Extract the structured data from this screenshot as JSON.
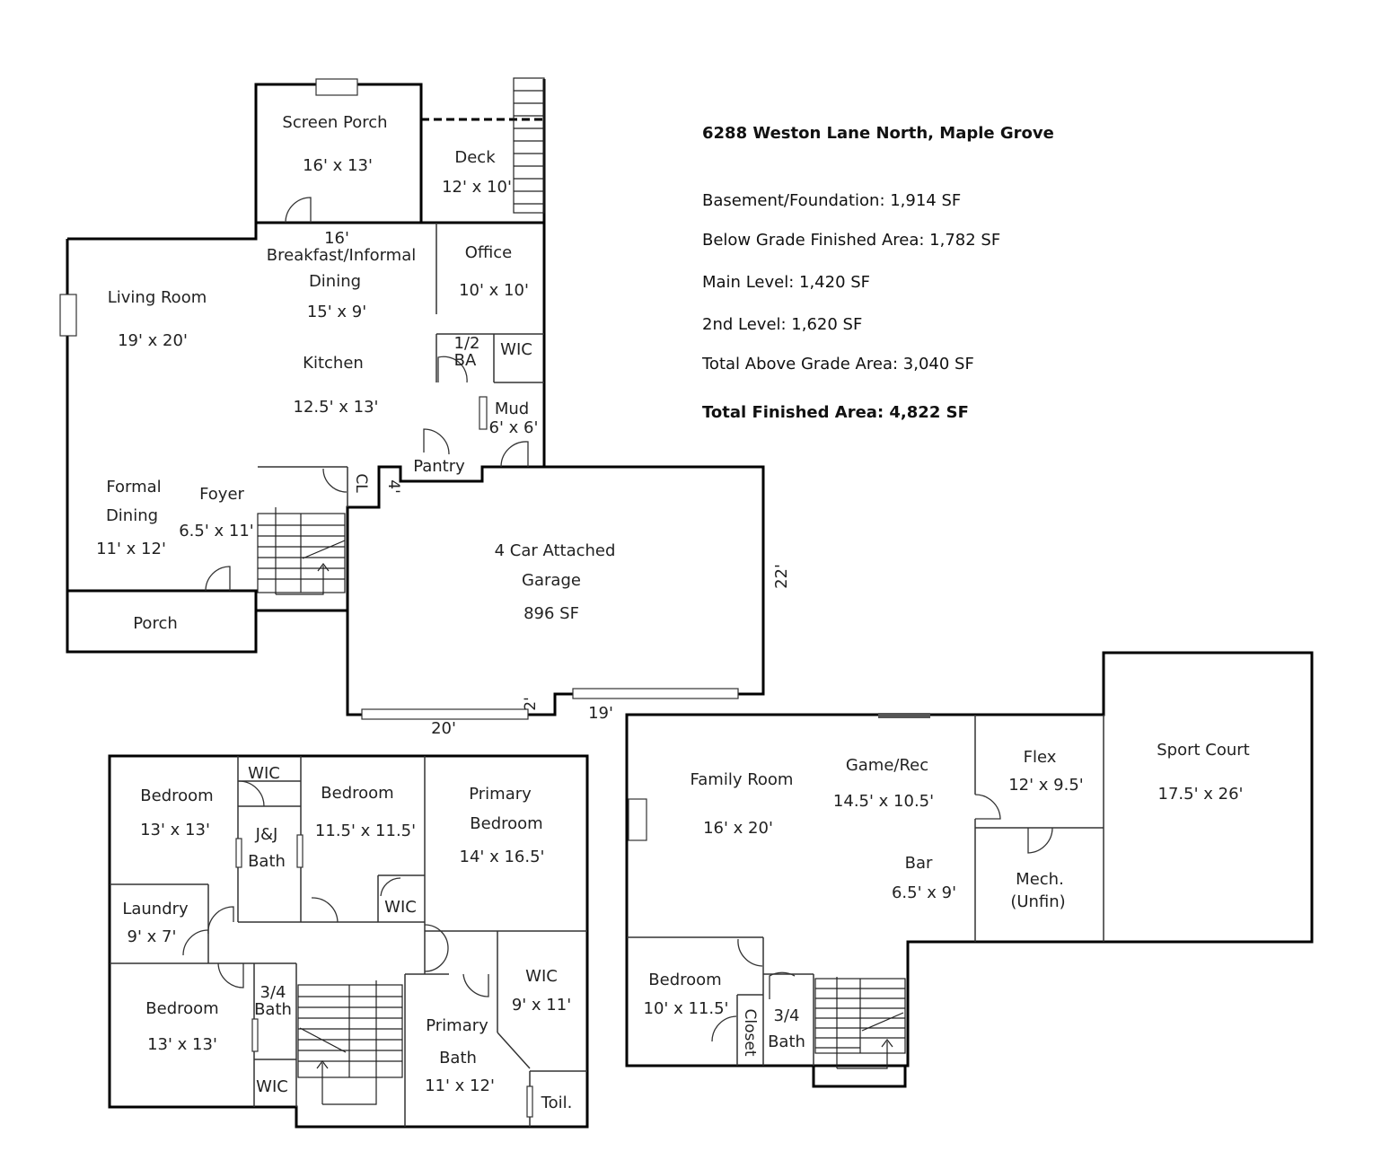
{
  "address": "6288 Weston Lane North, Maple Grove",
  "areas": {
    "basement": "Basement/Foundation: 1,914 SF",
    "below_grade": "Below Grade Finished Area: 1,782 SF",
    "main_level": "Main Level: 1,420 SF",
    "second_level": "2nd Level: 1,620 SF",
    "total_above": "Total Above Grade Area: 3,040 SF",
    "total_finished": "Total Finished Area: 4,822 SF"
  },
  "main_floor": {
    "screen_porch": {
      "name": "Screen Porch",
      "dim": "16' x 13'"
    },
    "deck": {
      "name": "Deck",
      "dim": "12' x 10'"
    },
    "breakfast": {
      "name1": "Breakfast/Informal",
      "name2": "Dining",
      "dim": "15' x 9'",
      "top": "16'"
    },
    "office": {
      "name": "Office",
      "dim": "10' x 10'"
    },
    "living": {
      "name": "Living Room",
      "dim": "19' x 20'"
    },
    "kitchen": {
      "name": "Kitchen",
      "dim": "12.5' x 13'"
    },
    "half_bath": {
      "name1": "1/2",
      "name2": "BA"
    },
    "wic": "WIC",
    "mud": {
      "name": "Mud",
      "dim": "6' x 6'"
    },
    "pantry": "Pantry",
    "closet": "CL",
    "four": "4'",
    "formal_dining": {
      "name1": "Formal",
      "name2": "Dining",
      "dim": "11' x 12'"
    },
    "foyer": {
      "name": "Foyer",
      "dim": "6.5' x 11'"
    },
    "porch": "Porch",
    "garage": {
      "name1": "4 Car Attached",
      "name2": "Garage",
      "area": "896 SF",
      "right": "22'",
      "bottom_left": "20'",
      "bottom_right": "19'",
      "step": "2'"
    }
  },
  "upper_floor": {
    "bedroom1": {
      "name": "Bedroom",
      "dim": "13' x 13'"
    },
    "wic1": "WIC",
    "bedroom2": {
      "name": "Bedroom",
      "dim": "11.5' x 11.5'"
    },
    "jj_bath": {
      "name1": "J&J",
      "name2": "Bath"
    },
    "primary_bedroom": {
      "name1": "Primary",
      "name2": "Bedroom",
      "dim": "14' x 16.5'"
    },
    "laundry": {
      "name": "Laundry",
      "dim": "9' x 7'"
    },
    "wic2": "WIC",
    "bedroom3": {
      "name": "Bedroom",
      "dim": "13' x 13'"
    },
    "bath34": {
      "name1": "3/4",
      "name2": "Bath"
    },
    "wic3": "WIC",
    "primary_wic": {
      "name": "WIC",
      "dim": "9' x 11'"
    },
    "primary_bath": {
      "name1": "Primary",
      "name2": "Bath",
      "dim": "11' x 12'"
    },
    "toilet": "Toil."
  },
  "lower_floor": {
    "family": {
      "name": "Family Room",
      "dim": "16' x 20'"
    },
    "game": {
      "name": "Game/Rec",
      "dim": "14.5' x 10.5'"
    },
    "bar": {
      "name": "Bar",
      "dim": "6.5' x 9'"
    },
    "flex": {
      "name": "Flex",
      "dim": "12' x 9.5'"
    },
    "sport": {
      "name": "Sport Court",
      "dim": "17.5' x 26'"
    },
    "mech": {
      "name1": "Mech.",
      "name2": "(Unfin)"
    },
    "bedroom": {
      "name": "Bedroom",
      "dim": "10' x 11.5'"
    },
    "closet": "Closet",
    "bath34": {
      "name1": "3/4",
      "name2": "Bath"
    }
  }
}
